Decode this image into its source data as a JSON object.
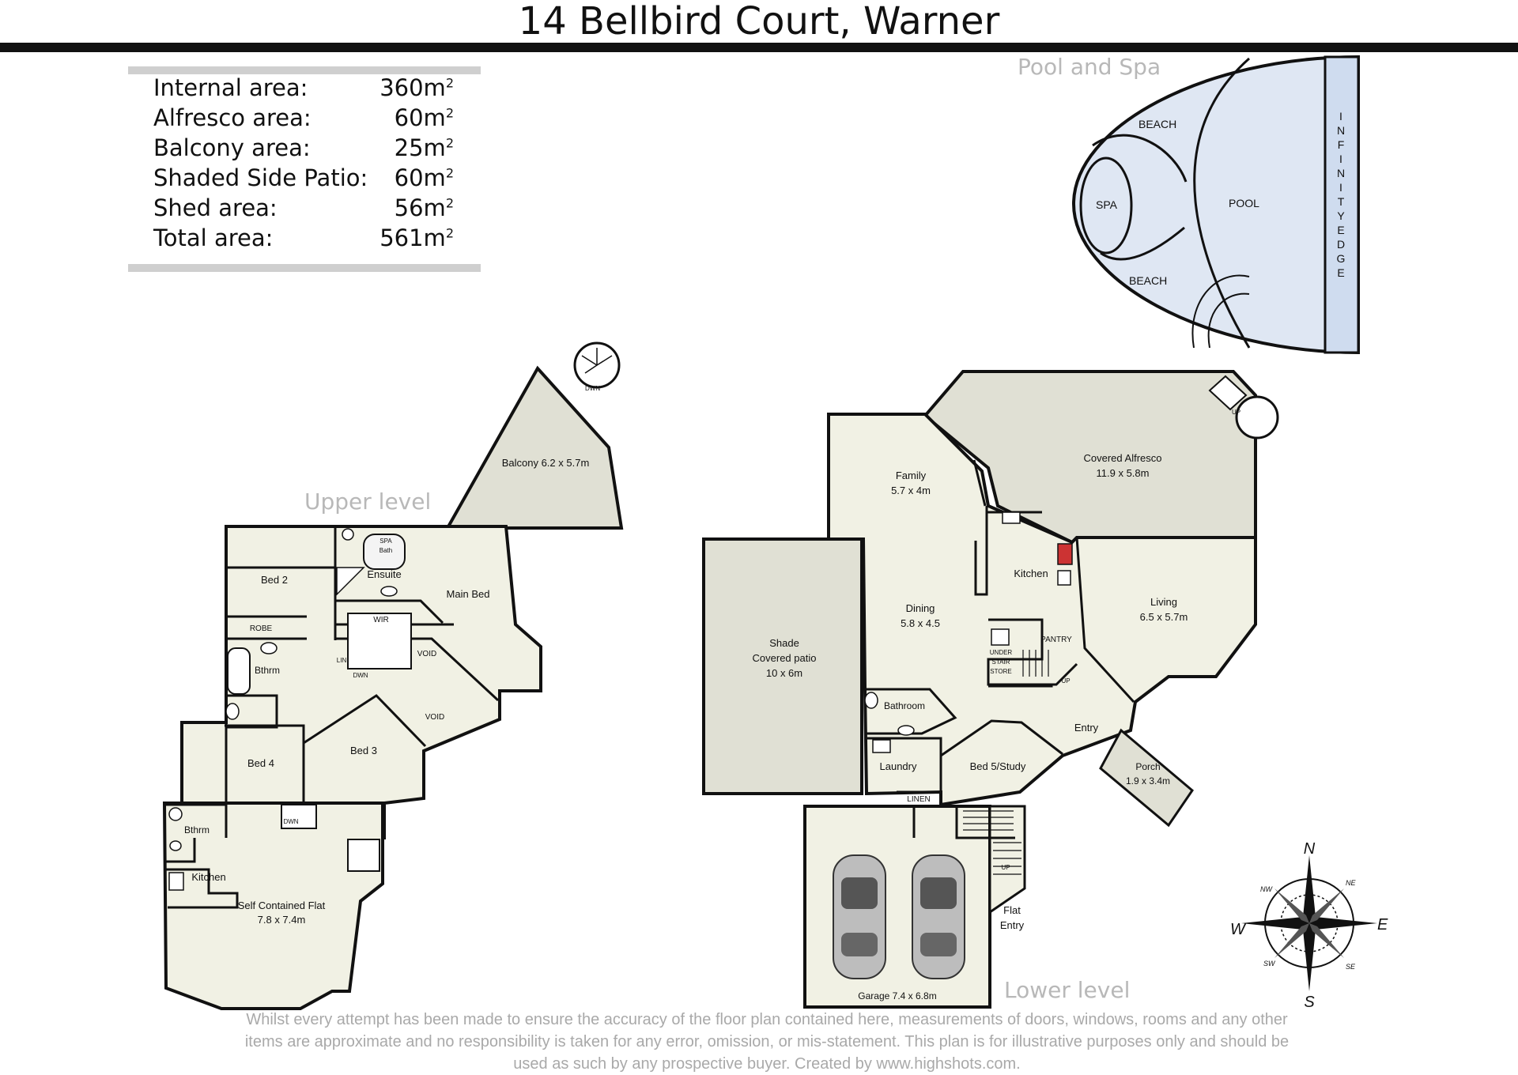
{
  "header": {
    "title": "14 Bellbird Court, Warner"
  },
  "areas": [
    {
      "label": "Internal area:",
      "value": "360m",
      "unit_sup": "2"
    },
    {
      "label": "Alfresco area:",
      "value": "60m",
      "unit_sup": "2"
    },
    {
      "label": "Balcony area:",
      "value": "25m",
      "unit_sup": "2"
    },
    {
      "label": "Shaded Side Patio:",
      "value": "60m",
      "unit_sup": "2"
    },
    {
      "label": "Shed area:",
      "value": "56m",
      "unit_sup": "2"
    },
    {
      "label": "Total area:",
      "value": "561m",
      "unit_sup": "2"
    }
  ],
  "levels": {
    "upper": "Upper level",
    "lower": "Lower level",
    "pool": "Pool and Spa"
  },
  "pool": {
    "beach_top": "BEACH",
    "beach_bottom": "BEACH",
    "spa": "SPA",
    "pool": "POOL",
    "infinity_edge": "INFINITYEDGE"
  },
  "upper_rooms": {
    "balcony": "Balcony 6.2 x 5.7m",
    "bed2": "Bed 2",
    "spa_bath_1": "SPA",
    "spa_bath_2": "Bath",
    "ensuite": "Ensuite",
    "main_bed": "Main Bed",
    "robe": "ROBE",
    "wir": "WIR",
    "lin": "LIN",
    "dwn1": "DWN",
    "void1": "VOID",
    "bthrm_upper": "Bthrm",
    "void2": "VOID",
    "bed3": "Bed 3",
    "bed4": "Bed 4",
    "bthrm_flat": "Bthrm",
    "dwn2": "DWN",
    "kitchen_flat": "Kitchen",
    "flat_1": "Self Contained Flat",
    "flat_2": "7.8 x 7.4m",
    "stair_dwn": "DWN"
  },
  "lower_rooms": {
    "alfresco_1": "Covered Alfresco",
    "alfresco_2": "11.9 x 5.8m",
    "family_1": "Family",
    "family_2": "5.7 x 4m",
    "kitchen": "Kitchen",
    "living_1": "Living",
    "living_2": "6.5 x 5.7m",
    "dining_1": "Dining",
    "dining_2": "5.8 x 4.5",
    "pantry": "PANTRY",
    "under_1": "UNDER",
    "under_2": "STAIR",
    "under_3": "STORE",
    "up1": "UP",
    "patio_1": "Shade",
    "patio_2": "Covered patio",
    "patio_3": "10 x 6m",
    "bathroom": "Bathroom",
    "entry": "Entry",
    "porch_1": "Porch",
    "porch_2": "1.9 x 3.4m",
    "laundry": "Laundry",
    "bed5": "Bed 5/Study",
    "linen": "LINEN",
    "up2": "UP",
    "flat_entry_1": "Flat",
    "flat_entry_2": "Entry",
    "garage": "Garage 7.4 x 6.8m",
    "stair_up": "UP"
  },
  "compass": {
    "n": "N",
    "s": "S",
    "e": "E",
    "w": "W",
    "ne": "NE",
    "nw": "NW",
    "se": "SE",
    "sw": "SW"
  },
  "disclaimer": "Whilst every attempt has been made to ensure the accuracy of the floor plan contained here, measurements of doors, windows, rooms and any other items are approximate and no responsibility is taken for any error, omission, or mis-statement. This plan is for illustrative purposes only and should be used as such by any prospective buyer.  Created by www.highshots.com.",
  "colors": {
    "room_fill": "#f1f1e4",
    "outdoor_fill": "#e0e0d4",
    "pool_fill": "#dfe7f3",
    "wall": "#111111",
    "level_label": "#b8b8b8"
  }
}
